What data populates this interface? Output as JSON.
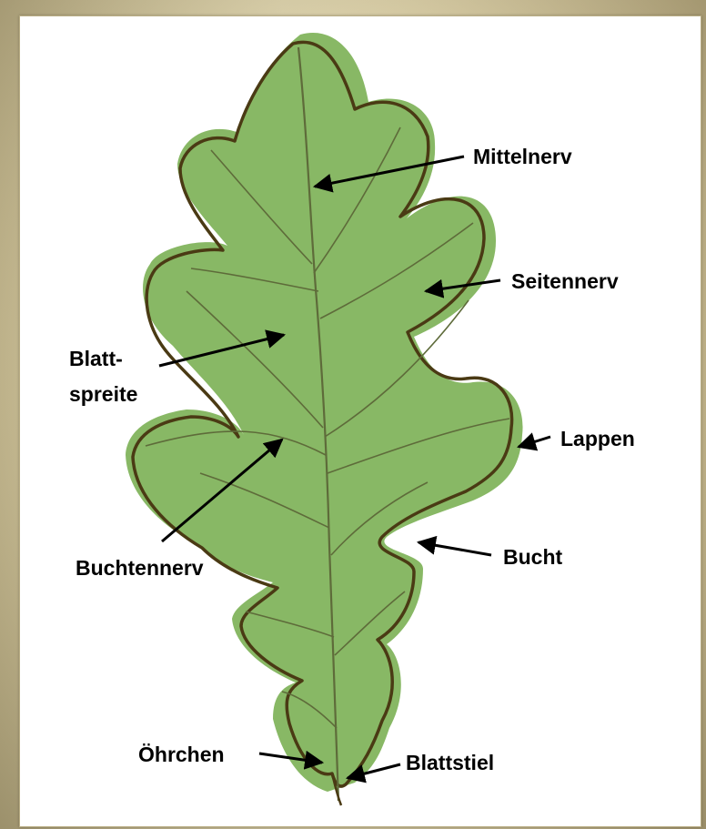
{
  "labels": {
    "mittelnerv": "Mittelnerv",
    "seitennerv": "Seitennerv",
    "blattspreite_line1": "Blatt-",
    "blattspreite_line2": "spreite",
    "lappen": "Lappen",
    "bucht": "Bucht",
    "buchtennerv": "Buchtennerv",
    "oehrchen": "Öhrchen",
    "blattstiel": "Blattstiel"
  },
  "colors": {
    "leaf_fill": "#88b865",
    "leaf_outline": "#4a3a14",
    "vein": "#5e6b3a",
    "arrow": "#000000",
    "background": "#d6cba3",
    "panel": "#ffffff"
  }
}
